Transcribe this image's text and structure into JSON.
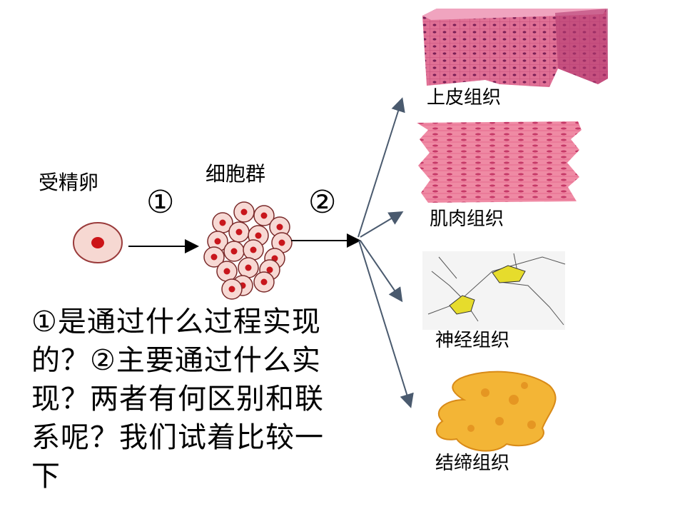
{
  "labels": {
    "zygote": "受精卵",
    "cell_cluster": "细胞群",
    "step1": "①",
    "step2": "②"
  },
  "tissues": [
    {
      "name": "上皮组织",
      "color": "#d9527a"
    },
    {
      "name": "肌肉组织",
      "color": "#e0587a"
    },
    {
      "name": "神经组织",
      "color": "#e6e04a"
    },
    {
      "name": "结缔组织",
      "color": "#f0b43a"
    }
  ],
  "question": "①是通过什么过程实现的？②主要通过什么实现？两者有何区别和联系呢？我们试着比较一下"
}
